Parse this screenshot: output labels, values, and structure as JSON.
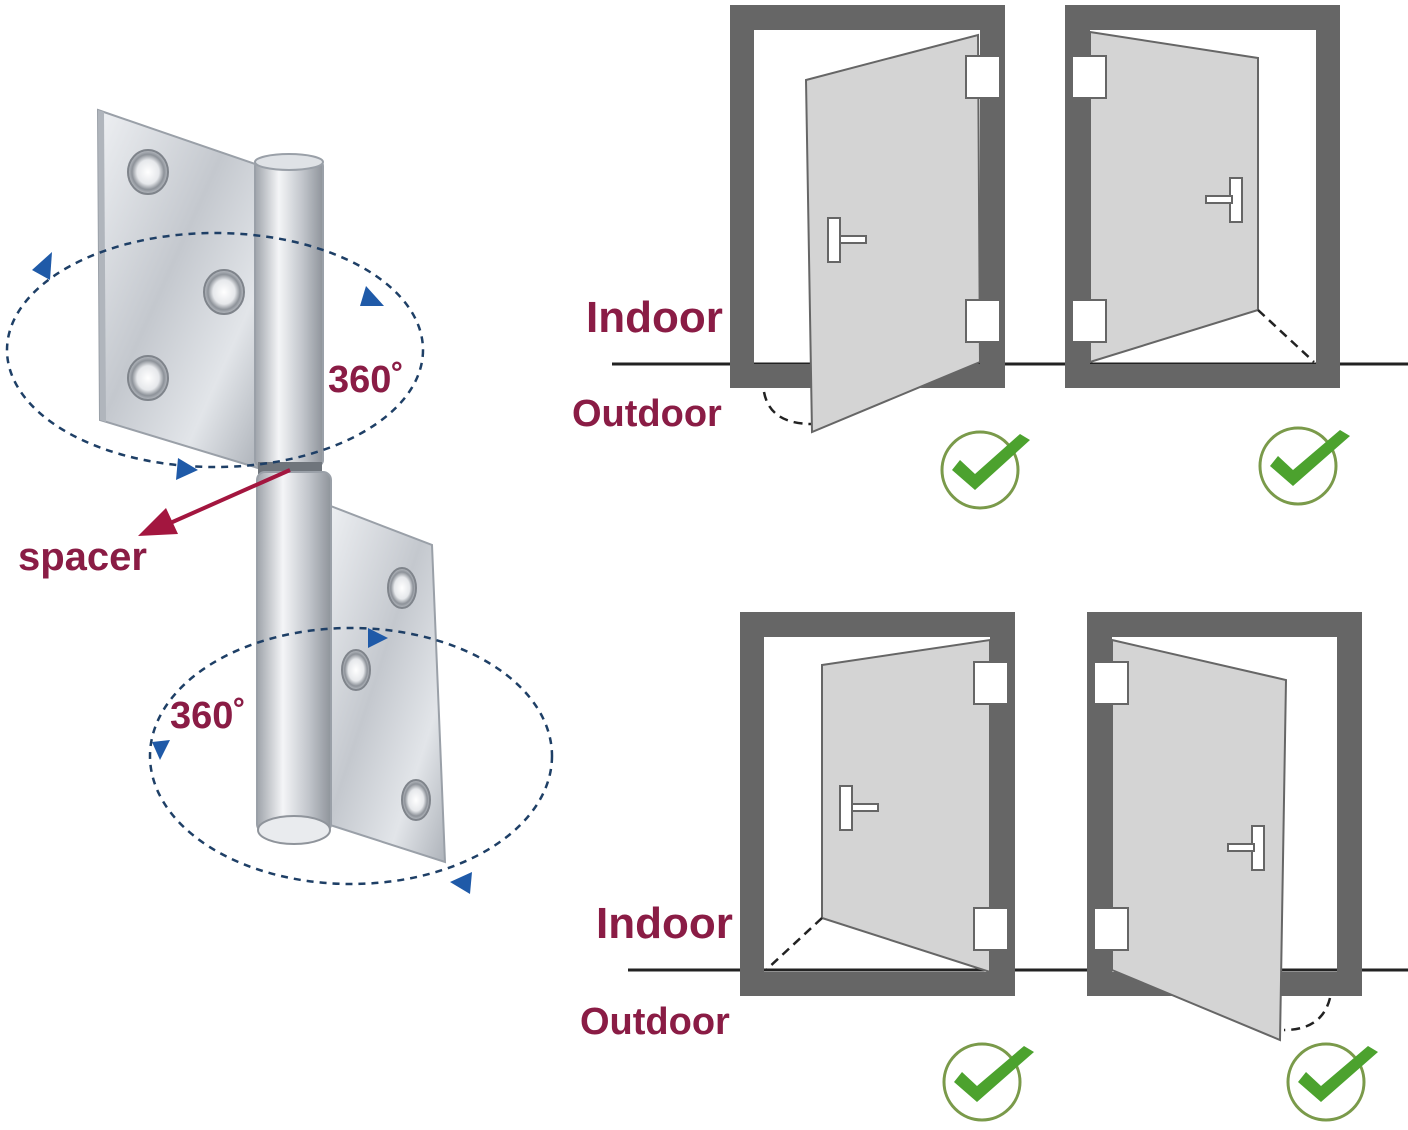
{
  "hinge": {
    "rotation_label_top": "360˚",
    "rotation_label_bottom": "360˚",
    "spacer_label": "spacer"
  },
  "doors": [
    {
      "indoor_label": "Indoor",
      "outdoor_label": "Outdoor",
      "status_icon": "check-mark-icon"
    },
    {
      "status_icon": "check-mark-icon"
    },
    {
      "indoor_label": "Indoor",
      "outdoor_label": "Outdoor",
      "status_icon": "check-mark-icon"
    },
    {
      "status_icon": "check-mark-icon"
    }
  ],
  "colors": {
    "label": "#8a1c45",
    "frame": "#666666",
    "door_leaf": "#d4d4d4",
    "rotation_arc": "#1e3f66",
    "arrow_head": "#1f5aa8",
    "check_circle": "#7a9a4a",
    "check_mark": "#4ca22e",
    "spacer_arrow": "#a3163f"
  }
}
